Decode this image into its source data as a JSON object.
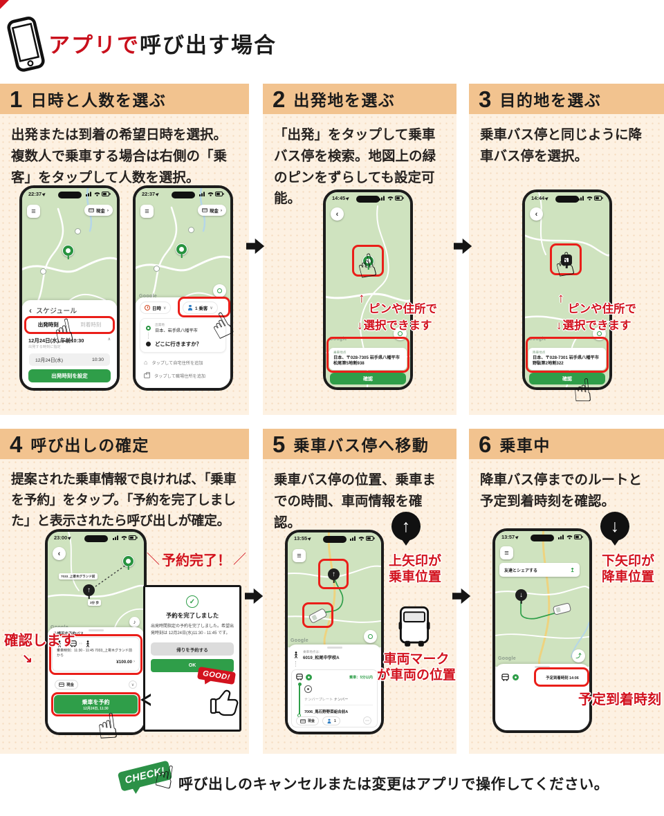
{
  "colors": {
    "header_tan": "#f2c38f",
    "panel_peach": "#fdf1e2",
    "accent_red": "#d2121e",
    "highlight_red": "#ea1e19",
    "app_green": "#2f9e49",
    "map_green": "#cfe3bf"
  },
  "header": {
    "title_red": "アプリで",
    "title_black": "呼び出す場合"
  },
  "steps": [
    {
      "num": "1",
      "title": "日時と人数を選ぶ",
      "desc": "出発または到着の希望日時を選択。複数人で乗車する場合は右側の「乗客」をタップして人数を選択。"
    },
    {
      "num": "2",
      "title": "出発地を選ぶ",
      "desc": "「出発」をタップして乗車バス停を検索。地図上の緑のピンをずらしても設定可能。"
    },
    {
      "num": "3",
      "title": "目的地を選ぶ",
      "desc": "乗車バス停と同じように降車バス停を選択。"
    },
    {
      "num": "4",
      "title": "呼び出しの確定",
      "desc": "提案された乗車情報で良ければ、「乗車を予約」をタップ。「予約を完了しました」と表示されたら呼び出しが確定。"
    },
    {
      "num": "5",
      "title": "乗車バス停へ移動",
      "desc": "乗車バス停の位置、乗車までの時間、車両情報を確認。"
    },
    {
      "num": "6",
      "title": "乗車中",
      "desc": "降車バス停までのルートと予定到着時刻を確認。"
    }
  ],
  "phones": {
    "p1a": {
      "time": "22:37",
      "payment_chip": "現金",
      "sheet_title": "スケジュール",
      "tab_departure": "出発時刻",
      "tab_arrival": "到着時刻",
      "date_main": "12月24日(水) 午前10:30",
      "date_sub": "出発する時刻に指定",
      "row_date": "12月24日(水)",
      "row_time": "10:30",
      "set_button": "出発時刻を設定"
    },
    "p1b": {
      "time": "22:37",
      "payment_chip": "現金",
      "chip_datetime": "日時",
      "chip_passenger": "1 乗客",
      "origin_label": "出発地",
      "origin": "日本、岩手県八幡平市",
      "destination_prompt": "どこに行きますか？",
      "add_home": "タップして自宅住所を追加",
      "add_work": "タップして職場住所を追加",
      "google": "Google"
    },
    "p2": {
      "time": "14:45",
      "point_label": "乗車地点",
      "address": "日本、〒028-7305 岩手県八幡平市松尾第5地割938",
      "confirm": "確認",
      "google": "Google"
    },
    "p3": {
      "time": "14:44",
      "point_label": "降車地点",
      "address": "日本、〒028-7301 岩手県八幡平市野駄第2地割322",
      "confirm": "確認",
      "google": "Google"
    },
    "p4": {
      "time": "23:00",
      "map_stop_label": "7033_上寄木グランド前",
      "map_walk_label": "3分 歩",
      "sheet_title": "八幡平市予約バス",
      "ride_info": "乗車時刻：11:30 - 11:45 7033_上寄木グランド前から",
      "price": "¥100.00",
      "payment_chip": "現金",
      "reserve_button": "乗車を予約",
      "reserve_sub": "12月24日, 11:30",
      "google": "Google"
    },
    "p5": {
      "time": "13:55",
      "pickup_label": "乗車地点は：",
      "pickup": "6019_松尾中学校A",
      "boarding_eta": "乗車：5分以内",
      "plate_label": "ナンバープレート",
      "plate": "ナンバー",
      "stop": "7006_馬石野野菜組合前A",
      "payment_chip": "現金",
      "passenger_count": "1",
      "google": "Google"
    },
    "p6": {
      "time": "13:57",
      "share": "友達とシェアする",
      "eta_box": "予定到着時刻 14:06",
      "google": "Google"
    }
  },
  "popup": {
    "headline": "予約完了！",
    "title": "予約を完了しました",
    "body": "出発時間指定の予約を完了しました。希望出発時刻は 12月24日(水)11:30 - 11:45 です。",
    "return_button": "帰りを予約する",
    "ok_button": "OK",
    "good": "GOOD!"
  },
  "notes": {
    "confirm": "確認します",
    "pin_line1": "ピンや住所で",
    "pin_line2": "選択できます",
    "up1": "上矢印が",
    "up2": "乗車位置",
    "vehicle1": "車両マーク",
    "vehicle2": "が車両の位置",
    "down1": "下矢印が",
    "down2": "降車位置",
    "eta": "予定到着時刻"
  },
  "footer": {
    "badge": "CHECK!",
    "text": "呼び出しのキャンセルまたは変更はアプリで操作してください。"
  }
}
